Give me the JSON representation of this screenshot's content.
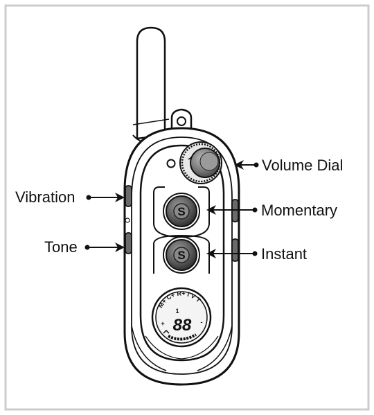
{
  "callouts": {
    "volume_dial": "Volume Dial",
    "momentary": "Momentary",
    "instant": "Instant",
    "vibration": "Vibration",
    "tone": "Tone"
  },
  "buttons": {
    "momentary_letter": "S",
    "instant_letter": "S"
  },
  "display": {
    "mode_row": "M+ C+ R+ I V T",
    "channel": "1",
    "level": "88",
    "plus_sign": "+",
    "minus_sign": "-"
  },
  "colors": {
    "frame": "#cccccc",
    "outline": "#111111",
    "button_fill": "#5a5a5a",
    "dial_fill": "#777777",
    "lcd_fill": "#f4f4f4"
  }
}
